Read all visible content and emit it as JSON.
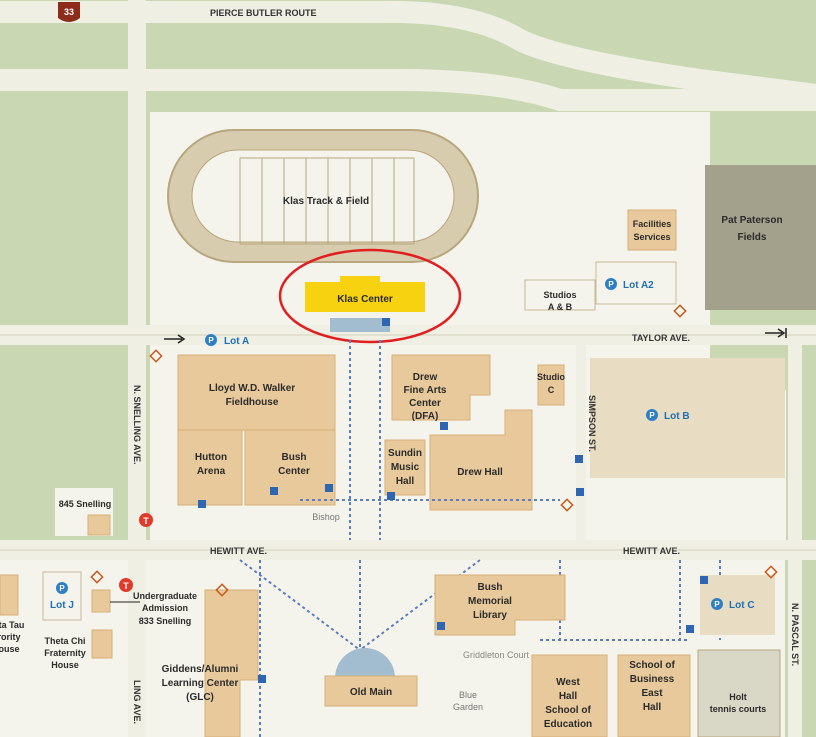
{
  "roads": {
    "highway_shield": "33",
    "pierce_butler": "PIERCE BUTLER ROUTE",
    "taylor": "TAYLOR AVE.",
    "hewitt_left": "HEWITT AVE.",
    "hewitt_right": "HEWITT AVE.",
    "snelling": "N. SNELLING AVE.",
    "snelling_bottom": "LING AVE.",
    "simpson": "SIMPSON ST.",
    "pascal": "N. PASCAL ST."
  },
  "buildings": {
    "klas_track": "Klas Track & Field",
    "klas_center": "Klas Center",
    "pat_paterson_1": "Pat Paterson",
    "pat_paterson_2": "Fields",
    "facilities_1": "Facilities",
    "facilities_2": "Services",
    "studios_ab_1": "Studios",
    "studios_ab_2": "A & B",
    "walker_1": "Lloyd W.D. Walker",
    "walker_2": "Fieldhouse",
    "hutton_1": "Hutton",
    "hutton_2": "Arena",
    "bush_center_1": "Bush",
    "bush_center_2": "Center",
    "drew_fine_1": "Drew",
    "drew_fine_2": "Fine Arts",
    "drew_fine_3": "Center",
    "drew_fine_4": "(DFA)",
    "sundin_1": "Sundin",
    "sundin_2": "Music",
    "sundin_3": "Hall",
    "drew_hall": "Drew Hall",
    "studio_c_1": "Studio",
    "studio_c_2": "C",
    "snelling_845": "845 Snelling",
    "bishop": "Bishop",
    "undergrad_1": "Undergraduate",
    "undergrad_2": "Admission",
    "undergrad_3": "833 Snelling",
    "theta_tau_1": "eta Tau",
    "theta_tau_2": "rority",
    "theta_tau_3": "ouse",
    "theta_chi_1": "Theta Chi",
    "theta_chi_2": "Fraternity",
    "theta_chi_3": "House",
    "bush_library_1": "Bush",
    "bush_library_2": "Memorial",
    "bush_library_3": "Library",
    "giddens_1": "Giddens/Alumni",
    "giddens_2": "Learning Center",
    "giddens_3": "(GLC)",
    "old_main": "Old Main",
    "blue_garden_1": "Blue",
    "blue_garden_2": "Garden",
    "griddleton": "Griddleton Court",
    "west_hall_1": "West",
    "west_hall_2": "Hall",
    "west_hall_3": "School of",
    "west_hall_4": "Education",
    "business_1": "School of",
    "business_2": "Business",
    "business_3": "East",
    "business_4": "Hall",
    "holt_1": "Holt",
    "holt_2": "tennis courts"
  },
  "lots": {
    "lot_a": "Lot A",
    "lot_a2": "Lot A2",
    "lot_b": "Lot B",
    "lot_c": "Lot C",
    "lot_j": "Lot J",
    "parking_symbol": "P"
  },
  "icons": [
    "parking-icon",
    "handicap-icon",
    "transit-icon",
    "info-diamond-icon",
    "arrow-icon"
  ],
  "colors": {
    "grass": "#c9d8b3",
    "road": "#efefe4",
    "building": "#e8c99b",
    "highlight": "#f7d211",
    "highlight_circle": "#e02020",
    "parking": "#2f7fc6",
    "path": "#5b7ec0"
  }
}
